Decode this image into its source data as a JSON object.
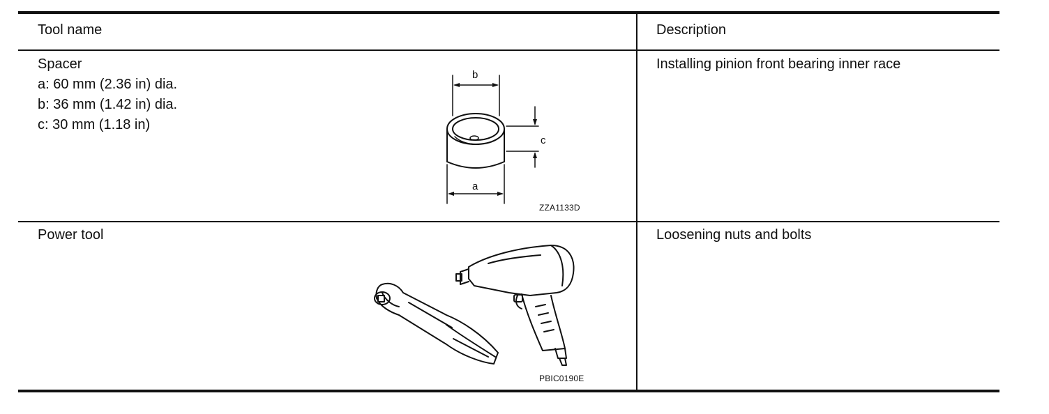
{
  "table": {
    "headers": {
      "tool_name": "Tool name",
      "description": "Description"
    },
    "rows": [
      {
        "tool_name": "Spacer",
        "specs": [
          "a: 60 mm (2.36 in) dia.",
          "b: 36 mm (1.42 in) dia.",
          "c: 30 mm (1.18 in)"
        ],
        "figure": {
          "icon": "spacer-ring-drawing",
          "dimension_labels": [
            "a",
            "b",
            "c"
          ],
          "caption": "ZZA1133D"
        },
        "description": "Installing pinion front bearing inner race"
      },
      {
        "tool_name": "Power tool",
        "figure": {
          "icon": "power-tool-drawing",
          "caption": "PBIC0190E"
        },
        "description": "Loosening nuts and bolts"
      }
    ]
  }
}
